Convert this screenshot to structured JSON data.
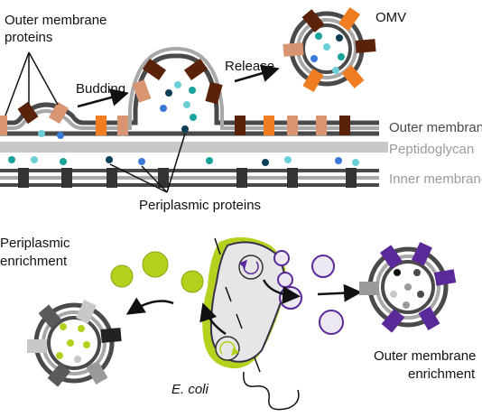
{
  "labels": {
    "outer_membrane_proteins_line1": "Outer membrane",
    "outer_membrane_proteins_line2": "proteins",
    "budding": "Budding",
    "release": "Release",
    "omv": "OMV",
    "outer_membrane": "Outer membrane",
    "peptidoglycan": "Peptidoglycan",
    "inner_membrane": "Inner membrane",
    "periplasmic_proteins": "Periplasmic proteins",
    "periplasmic_enrichment_line1": "Periplasmic",
    "periplasmic_enrichment_line2": "enrichment",
    "outer_membrane_enrichment_line1": "Outer membrane",
    "outer_membrane_enrichment_line2": "enrichment",
    "e_coli": "E. coli"
  },
  "colors": {
    "membrane_dark": "#4a4a4a",
    "membrane_light": "#a8a8a8",
    "peptidoglycan": "#c8c8c8",
    "protein_dark_brown": "#5a2208",
    "protein_orange": "#f07d22",
    "protein_tan": "#d99572",
    "periplasmic_teal": "#1aa39a",
    "periplasmic_navy": "#0c3f55",
    "periplasmic_cyan": "#6ccfd8",
    "periplasmic_blue": "#3b78d8",
    "lime": "#b5d11e",
    "purple": "#5b2a9a",
    "vesicle_purple_fill": "#ece8f2",
    "cell_fill": "#e6e6e6"
  }
}
